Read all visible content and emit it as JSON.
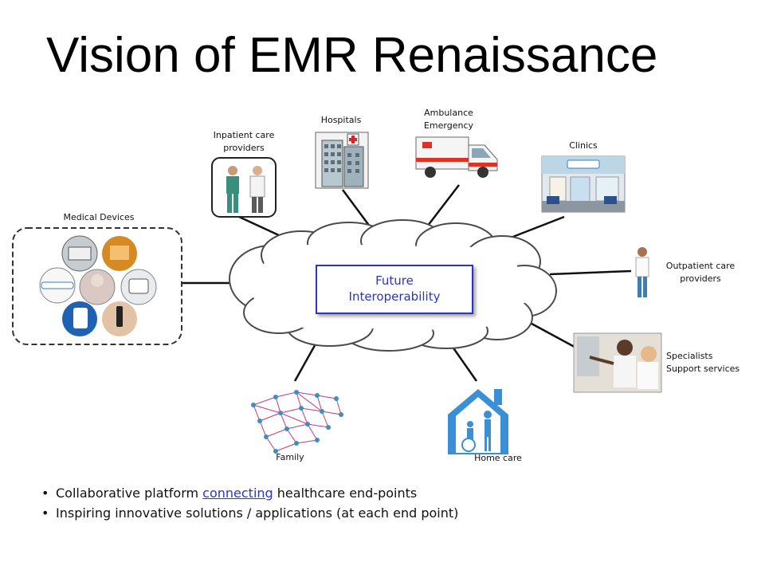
{
  "slide": {
    "title": "Vision of EMR Renaissance"
  },
  "hub": {
    "line1": "Future",
    "line2": "Interoperability"
  },
  "nodes": {
    "inpatient": "Inpatient care\nproviders",
    "hospitals": "Hospitals",
    "ambulance": "Ambulance\nEmergency",
    "clinics": "Clinics",
    "medical_devices": "Medical Devices",
    "outpatient": "Outpatient care\nproviders",
    "specialists": "Specialists\nSupport services",
    "family": "Family",
    "home_care": "Home care"
  },
  "bullets": {
    "b1_pre": "Collaborative platform ",
    "b1_link": "connecting",
    "b1_post": " healthcare end-points",
    "b2": "Inspiring innovative solutions / applications (at each end point)"
  },
  "colors": {
    "hub_border": "#2a35c8",
    "link": "#2a35c8",
    "cloud_stroke": "#4a4a4a"
  }
}
